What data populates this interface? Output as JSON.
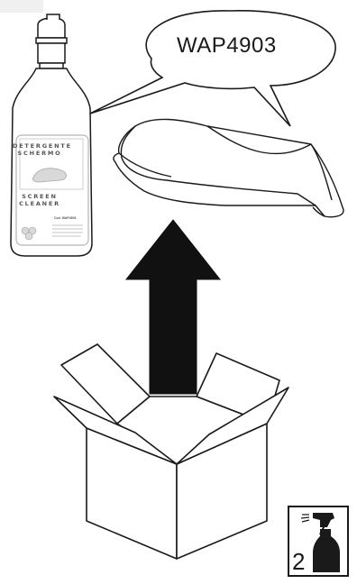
{
  "speech_bubble": {
    "text": "WAP4903"
  },
  "bottle_label": {
    "title_line_1": "DETERGENTE",
    "title_line_2": "SCHERMO",
    "subtitle_line_1": "SCREEN",
    "subtitle_line_2": "CLEANER",
    "code": "Cod. WAP4903"
  },
  "quantity_badge": {
    "count": "2",
    "icon": "spray-bottle-icon"
  },
  "arrow": {
    "direction": "up",
    "icon": "up-arrow-icon"
  },
  "colors": {
    "ink": "#1a1a1a",
    "arrow_fill": "#111111",
    "label_gray": "#d9d9d9"
  }
}
